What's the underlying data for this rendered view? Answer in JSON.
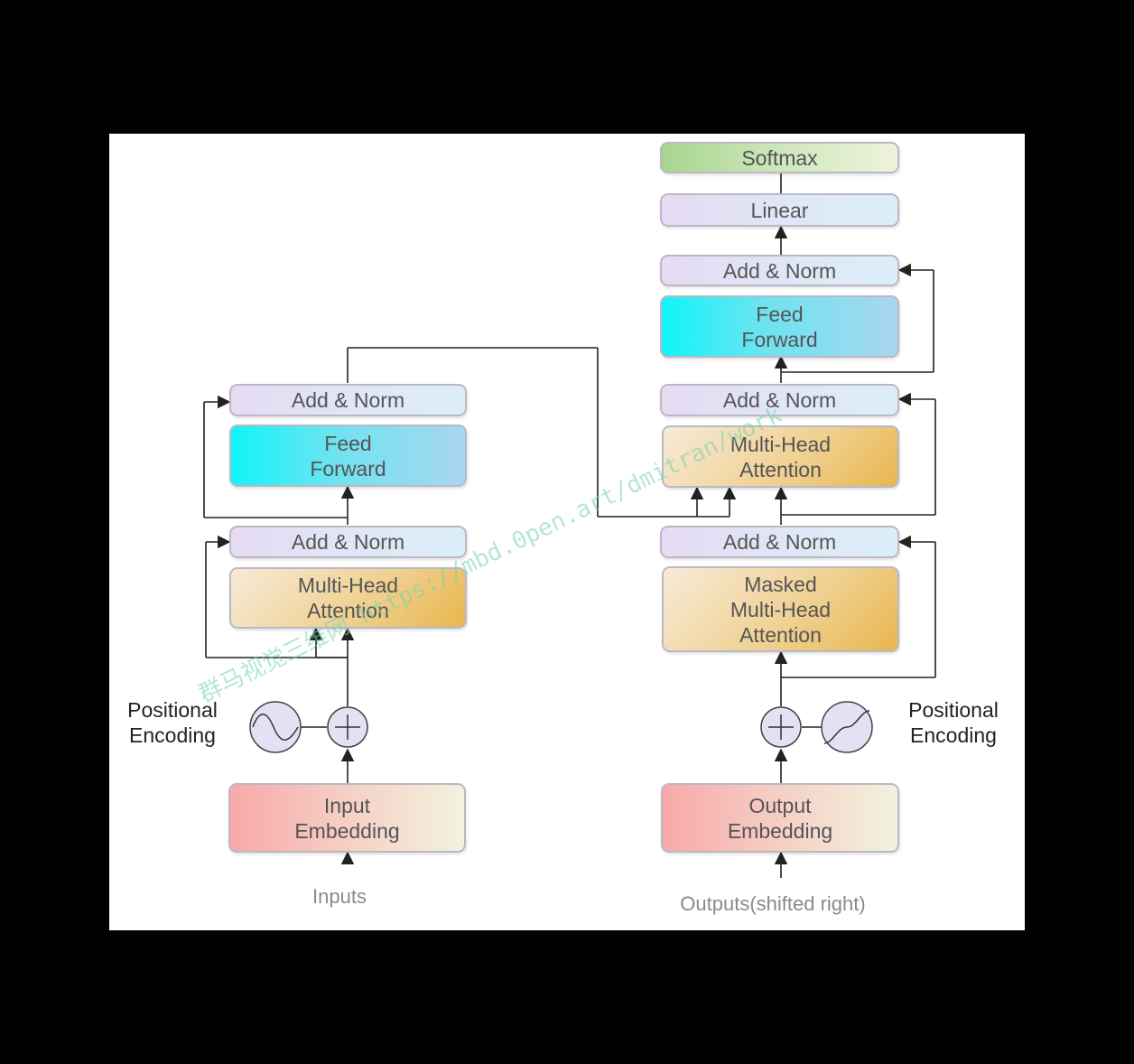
{
  "encoder": {
    "add_norm_top": "Add & Norm",
    "feed_forward": "Feed\nForward",
    "add_norm_bottom": "Add & Norm",
    "multi_head_attention": "Multi-Head\nAttention",
    "positional_encoding": "Positional\nEncoding",
    "input_embedding": "Input\nEmbedding",
    "inputs": "Inputs"
  },
  "decoder": {
    "softmax": "Softmax",
    "linear": "Linear",
    "add_norm_top": "Add & Norm",
    "feed_forward": "Feed\nForward",
    "add_norm_middle": "Add & Norm",
    "multi_head_attention": "Multi-Head\nAttention",
    "add_norm_bottom": "Add & Norm",
    "masked_multi_head_attention": "Masked\nMulti-Head\nAttention",
    "positional_encoding": "Positional\nEncoding",
    "output_embedding": "Output\nEmbedding",
    "outputs": "Outputs(shifted right)"
  },
  "watermark": "群马视觉三维网 https://mbd.0pen.art/dmitran/work",
  "colors": {
    "add_norm": "#e3e2f5",
    "feed_forward": "#12f4f8",
    "attention": "#efcf8d",
    "embedding": "#f8a9a9",
    "softmax": "#a7d58f",
    "line": "#222222"
  }
}
